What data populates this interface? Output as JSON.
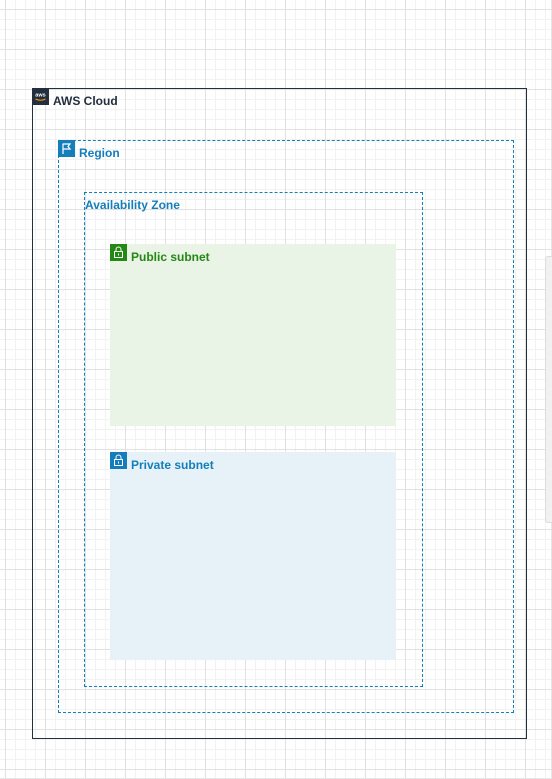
{
  "diagram": {
    "groups": [
      {
        "id": "aws-cloud",
        "label": "AWS Cloud",
        "icon": "aws-logo-icon",
        "color": "#232f3e"
      },
      {
        "id": "region",
        "label": "Region",
        "icon": "region-flag-icon",
        "color": "#147eba"
      },
      {
        "id": "availability-zone",
        "label": "Availability Zone",
        "color": "#147eba"
      },
      {
        "id": "public-subnet",
        "label": "Public subnet",
        "icon": "lock-icon",
        "color": "#248814",
        "fill": "#e9f3e6"
      },
      {
        "id": "private-subnet",
        "label": "Private subnet",
        "icon": "lock-icon",
        "color": "#147eba",
        "fill": "#e6f2f8"
      }
    ],
    "aws_logo_text": "aws"
  }
}
